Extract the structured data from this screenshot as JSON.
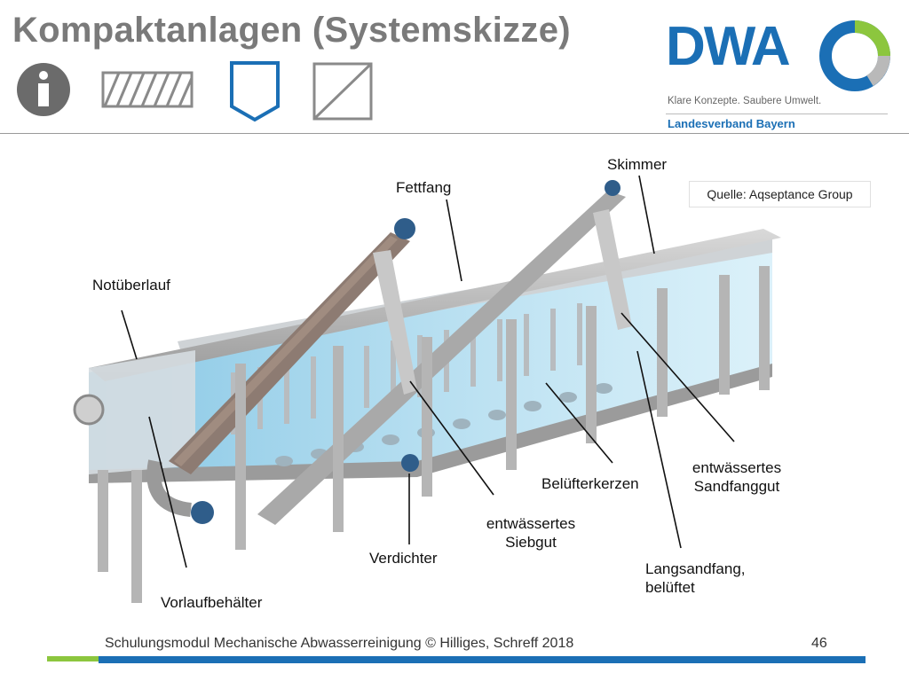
{
  "header": {
    "title": "Kompaktanlagen (Systemskizze)"
  },
  "logo": {
    "word": "DWA",
    "tagline": "Klare Konzepte. Saubere Umwelt.",
    "region": "Landesverband Bayern"
  },
  "toolbar": {
    "icons": [
      "info-icon",
      "hatched-rectangle-icon",
      "pentagon-shield-icon",
      "diagonal-square-icon"
    ]
  },
  "source": "Quelle: Aqseptance Group",
  "labels": {
    "skimmer": "Skimmer",
    "fettfang": "Fettfang",
    "notueberlauf": "Notüberlauf",
    "sandfanggut_1": "entwässertes",
    "sandfanggut_2": "Sandfanggut",
    "belueftkerzen": "Belüfterkerzen",
    "siebgut_1": "entwässertes",
    "siebgut_2": "Siebgut",
    "verdichter": "Verdichter",
    "langsandfang_1": "Langsandfang,",
    "langsandfang_2": "belüftet",
    "vorlaufbehaelter": "Vorlaufbehälter"
  },
  "footer": {
    "text": "Schulungsmodul Mechanische Abwasserreinigung © Hilliges, Schreff  2018",
    "page": "46"
  },
  "colors": {
    "brand_blue": "#1b6fb5",
    "brand_green": "#8cc63e",
    "title_gray": "#7a7a7a",
    "water": "#7fc6e6"
  }
}
